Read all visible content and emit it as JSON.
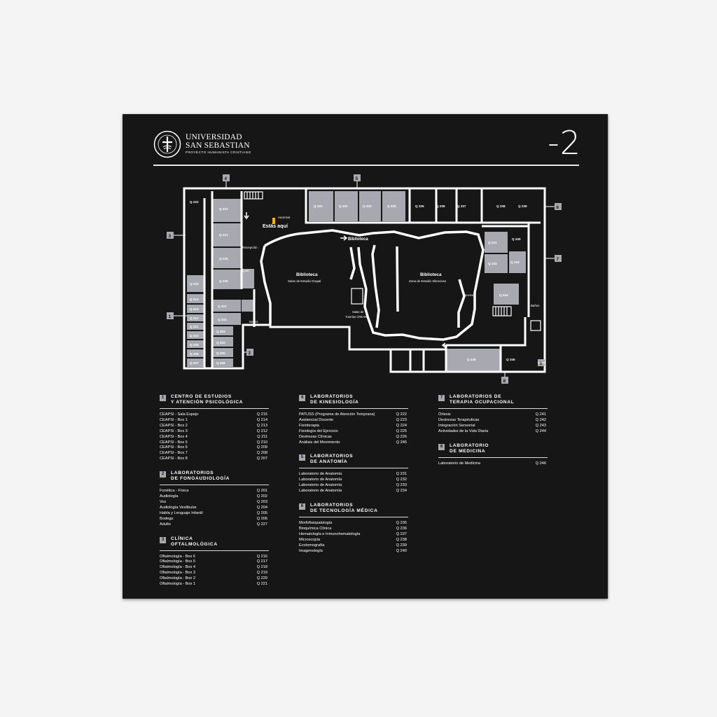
{
  "header": {
    "university_line1": "UNIVERSIDAD",
    "university_line2": "SAN SEBASTIAN",
    "tagline": "PROYECTO HUMANISTA CRISTIANO",
    "floor": "-2"
  },
  "map": {
    "labels": {
      "estas_aqui": "Estás aquí",
      "biblioteca_arrow": "Biblioteca",
      "biblioteca_left": "Biblioteca",
      "biblioteca_left_sub": "Salas de Estudio Grupal",
      "biblioteca_right": "Biblioteca",
      "biblioteca_right_sub": "Zona de Estudio Silencioso",
      "ascensor_top": "Ascensor",
      "ascensor_right": "Ascensor",
      "recepcion": "Recepción",
      "banos_left": "Baños",
      "banos_right": "Baños",
      "tutorias_line1": "Salas de",
      "tutorias_line2": "Tutorías CREAR"
    },
    "rooms": {
      "q222": "Q 222",
      "q223": "Q 223",
      "q224": "Q 224",
      "q225": "Q 225",
      "q226": "Q 226",
      "q227": "Q 227",
      "q215": "Q 215",
      "q214": "Q 214",
      "q213": "Q 213",
      "q212": "Q 212",
      "q211": "Q 211",
      "q210": "Q 210",
      "q209": "Q 209",
      "q208": "Q 208",
      "q207": "Q 207",
      "q201": "Q 201",
      "q202": "Q 202",
      "q203": "Q 203",
      "q204": "Q 204",
      "q205": "Q 205",
      "q206": "Q 206",
      "q231": "Q 231",
      "q232": "Q 232",
      "q233": "Q 233",
      "q234": "Q 234",
      "q235": "Q 235",
      "q236": "Q 236",
      "q237": "Q 237",
      "q238": "Q 238",
      "q239": "Q 239",
      "q240": "Q 240",
      "q241": "Q 241",
      "q242": "Q 242",
      "q243": "Q 243",
      "q244": "Q 244",
      "q245": "Q 245",
      "q246": "Q 246"
    },
    "markers": [
      "1",
      "2",
      "3",
      "4",
      "5",
      "6",
      "7",
      "8",
      "9"
    ]
  },
  "directory": {
    "col1": [
      {
        "num": "1",
        "title": "CENTRO DE ESTUDIOS\nY ATENCIÓN PSICOLÓGICA",
        "rows": [
          {
            "name": "CEAPSI - Sala Espejo",
            "code": "Q 215"
          },
          {
            "name": "CEAPSI - Box 1",
            "code": "Q 214"
          },
          {
            "name": "CEAPSI - Box 2",
            "code": "Q 213"
          },
          {
            "name": "CEAPSI - Box 3",
            "code": "Q 212"
          },
          {
            "name": "CEAPSI - Box 4",
            "code": "Q 211"
          },
          {
            "name": "CEAPSI - Box 5",
            "code": "Q 210"
          },
          {
            "name": "CEAPSI - Box 6",
            "code": "Q 209"
          },
          {
            "name": "CEAPSI - Box 7",
            "code": "Q 208"
          },
          {
            "name": "CEAPSI - Box 8",
            "code": "Q 207"
          }
        ]
      },
      {
        "num": "2",
        "title": "LABORATORIOS\nDE FONOAUDIOLOGÍA",
        "rows": [
          {
            "name": "Fonética - Física",
            "code": "Q 201"
          },
          {
            "name": "Audiología",
            "code": "Q 202"
          },
          {
            "name": "Voz",
            "code": "Q 203"
          },
          {
            "name": "Audiología Vestibular",
            "code": "Q 204"
          },
          {
            "name": "Habla y Lenguaje Infantil",
            "code": "Q 205"
          },
          {
            "name": "Bodega",
            "code": "Q 206"
          },
          {
            "name": "Adulto",
            "code": "Q 227"
          }
        ]
      },
      {
        "num": "3",
        "title": "CLÍNICA\nOFTALMOLÓGICA",
        "rows": [
          {
            "name": "Oftalmología - Box 6",
            "code": "Q 216"
          },
          {
            "name": "Oftalmología - Box 5",
            "code": "Q 217"
          },
          {
            "name": "Oftalmología - Box 4",
            "code": "Q 218"
          },
          {
            "name": "Oftalmología - Box 3",
            "code": "Q 219"
          },
          {
            "name": "Oftalmología - Box 2",
            "code": "Q 220"
          },
          {
            "name": "Oftalmología - Box 1",
            "code": "Q 221"
          }
        ]
      }
    ],
    "col2": [
      {
        "num": "4",
        "title": "LABORATORIOS\nDE KINESIOLOGÍA",
        "rows": [
          {
            "name": "PATUSS (Programa de Atención Temprana)",
            "code": "Q 222"
          },
          {
            "name": "Asistencial Docente",
            "code": "Q 223"
          },
          {
            "name": "Fisioterapia",
            "code": "Q 224"
          },
          {
            "name": "Fisiología del Ejercicio",
            "code": "Q 225"
          },
          {
            "name": "Destrezas Clínicas",
            "code": "Q 226"
          },
          {
            "name": "Análisis del Movimiento",
            "code": "Q 245"
          }
        ]
      },
      {
        "num": "5",
        "title": "LABORATORIOS\nDE ANATOMÍA",
        "rows": [
          {
            "name": "Laboratorio de Anatomía",
            "code": "Q 231"
          },
          {
            "name": "Laboratorio de Anatomía",
            "code": "Q 232"
          },
          {
            "name": "Laboratorio de Anatomía",
            "code": "Q 233"
          },
          {
            "name": "Laboratorio de Anatomía",
            "code": "Q 234"
          }
        ]
      },
      {
        "num": "6",
        "title": "LABORATORIOS\nDE TECNOLOGÍA MÉDICA",
        "rows": [
          {
            "name": "Morfofisiopatología",
            "code": "Q 235"
          },
          {
            "name": "Bioquímica Clínica",
            "code": "Q 236"
          },
          {
            "name": "Hematología e Inmunohematología",
            "code": "Q 237"
          },
          {
            "name": "Microscopía",
            "code": "Q 238"
          },
          {
            "name": "Ecotomografía",
            "code": "Q 239"
          },
          {
            "name": "Imagenología",
            "code": "Q 240"
          }
        ]
      }
    ],
    "col3": [
      {
        "num": "7",
        "title": "LABORATORIOS DE\nTERAPIA OCUPACIONAL",
        "rows": [
          {
            "name": "Órtesis",
            "code": "Q 241"
          },
          {
            "name": "Destrezas Terapéuticas",
            "code": "Q 242"
          },
          {
            "name": "Integración Sensorial",
            "code": "Q 243"
          },
          {
            "name": "Actividades de la Vida Diaria",
            "code": "Q 244"
          }
        ]
      },
      {
        "num": "8",
        "title": "LABORATORIO\nDE MEDICINA",
        "rows": [
          {
            "name": "Laboratorio de Medicina",
            "code": "Q 246"
          }
        ]
      }
    ]
  },
  "colors": {
    "sign_background": "#161616",
    "room_fill": "#a8a8b0",
    "wall": "#ffffff",
    "elevator_accent": "#f2b400"
  }
}
